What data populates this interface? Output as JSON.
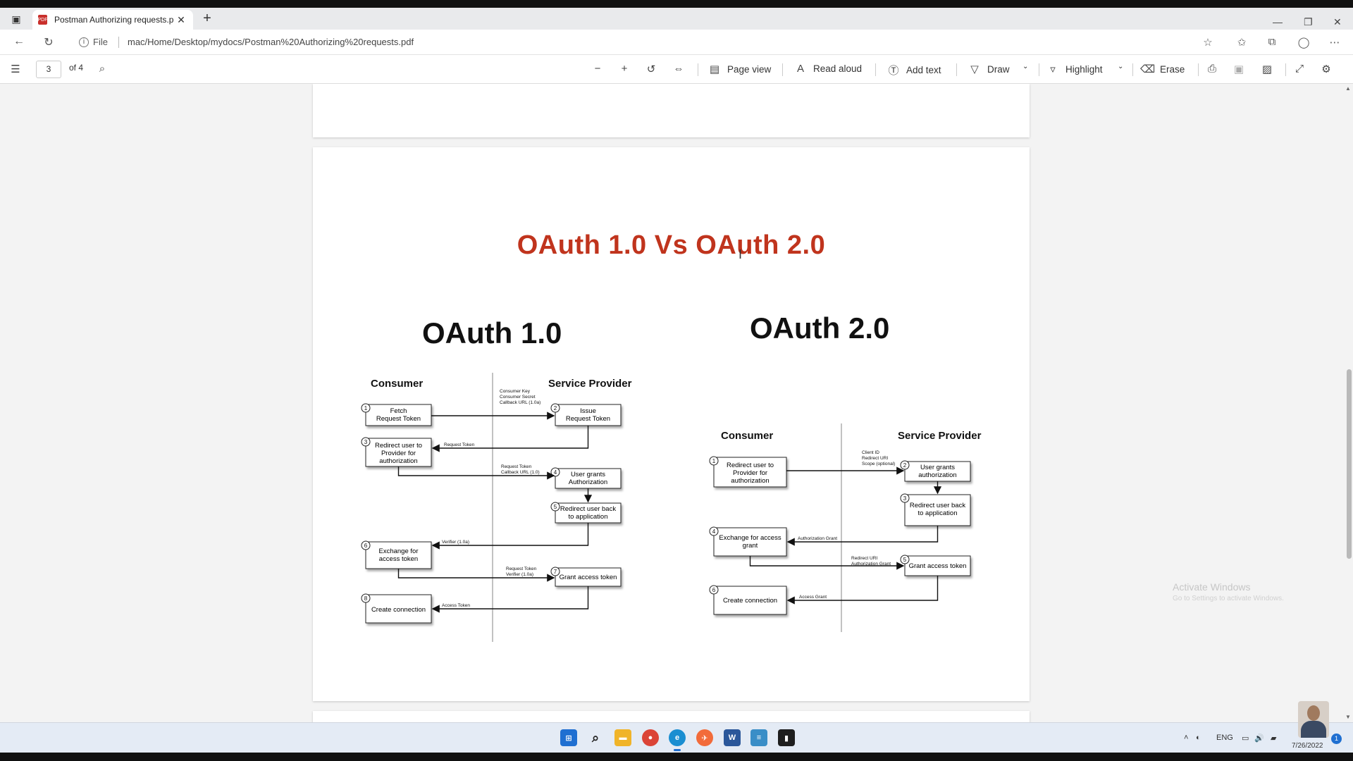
{
  "browser": {
    "tab_title": "Postman Authorizing requests.p",
    "address_prefix": "File",
    "url": "mac/Home/Desktop/mydocs/Postman%20Authorizing%20requests.pdf"
  },
  "pdf_toolbar": {
    "page_current": "3",
    "page_total": "of 4",
    "page_view": "Page view",
    "read_aloud": "Read aloud",
    "add_text": "Add text",
    "draw": "Draw",
    "highlight": "Highlight",
    "erase": "Erase"
  },
  "document": {
    "title": "OAuth 1.0 Vs OAuth 2.0",
    "left_heading": "OAuth 1.0",
    "right_heading": "OAuth 2.0",
    "oauth1": {
      "col_consumer": "Consumer",
      "col_provider": "Service Provider",
      "box1": [
        "Fetch",
        "Request Token"
      ],
      "box2": [
        "Issue",
        "Request Token"
      ],
      "box3": [
        "Redirect user to",
        "Provider for",
        "authorization"
      ],
      "box4": [
        "User grants",
        "Authorization"
      ],
      "box5": [
        "Redirect user back",
        "to application"
      ],
      "box6": [
        "Exchange for",
        "access token"
      ],
      "box7": "Grant access token",
      "box8": "Create connection",
      "lbl_1": [
        "Consumer Key",
        "Consumer Secret",
        "Callback URL (1.0a)"
      ],
      "lbl_2": "Request Token",
      "lbl_3": [
        "Request Token",
        "Callback URL (1.0)"
      ],
      "lbl_4": "Verifier (1.0a)",
      "lbl_5": [
        "Request Token",
        "Verifier (1.0a)"
      ],
      "lbl_6": "Access Token"
    },
    "oauth2": {
      "col_consumer": "Consumer",
      "col_provider": "Service Provider",
      "box1": [
        "Redirect user to",
        "Provider for",
        "authorization"
      ],
      "box2": [
        "User grants",
        "authorization"
      ],
      "box3": [
        "Redirect user back",
        "to application"
      ],
      "box4": [
        "Exchange for access",
        "grant"
      ],
      "box5": "Grant access token",
      "box6": "Create connection",
      "lbl_1": [
        "Client ID",
        "Redirect URI",
        "Scope (optional)"
      ],
      "lbl_2": "Authorization Grant",
      "lbl_3": [
        "Redirect URI",
        "Authorization Grant"
      ],
      "lbl_4": "Access Grant"
    }
  },
  "watermark": {
    "line1": "Activate Windows",
    "line2": "Go to Settings to activate Windows."
  },
  "tray": {
    "lang": "ENG",
    "date": "7/26/2022",
    "notifications": "1"
  },
  "colors": {
    "title_red": "#c0341d",
    "accent": "#1f6fd1"
  }
}
